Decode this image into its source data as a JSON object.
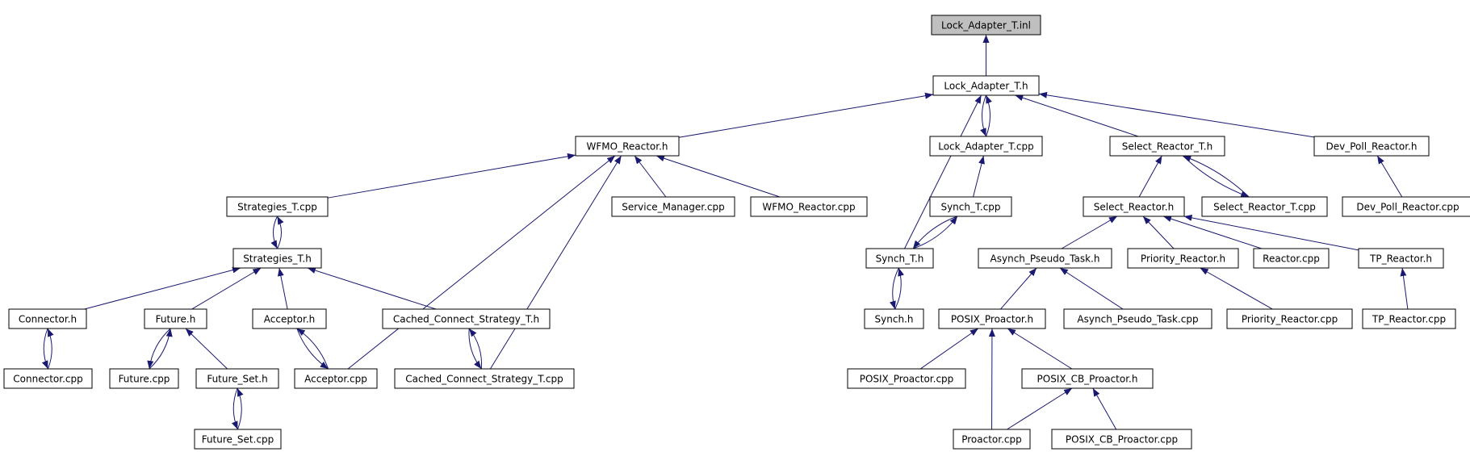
{
  "graph": {
    "edge_color": "#191970",
    "root_fill": "#bfbfbf",
    "nodes": [
      {
        "id": "lock_adapter_t_inl",
        "label": "Lock_Adapter_T.inl",
        "root": true
      },
      {
        "id": "lock_adapter_t_h",
        "label": "Lock_Adapter_T.h"
      },
      {
        "id": "wfmo_reactor_h",
        "label": "WFMO_Reactor.h"
      },
      {
        "id": "lock_adapter_t_cpp",
        "label": "Lock_Adapter_T.cpp"
      },
      {
        "id": "select_reactor_t_h",
        "label": "Select_Reactor_T.h"
      },
      {
        "id": "dev_poll_reactor_h",
        "label": "Dev_Poll_Reactor.h"
      },
      {
        "id": "strategies_t_cpp",
        "label": "Strategies_T.cpp"
      },
      {
        "id": "service_manager_cpp",
        "label": "Service_Manager.cpp"
      },
      {
        "id": "wfmo_reactor_cpp",
        "label": "WFMO_Reactor.cpp"
      },
      {
        "id": "synch_t_cpp",
        "label": "Synch_T.cpp"
      },
      {
        "id": "select_reactor_h",
        "label": "Select_Reactor.h"
      },
      {
        "id": "select_reactor_t_cpp",
        "label": "Select_Reactor_T.cpp"
      },
      {
        "id": "dev_poll_reactor_cpp",
        "label": "Dev_Poll_Reactor.cpp"
      },
      {
        "id": "strategies_t_h",
        "label": "Strategies_T.h"
      },
      {
        "id": "synch_t_h",
        "label": "Synch_T.h"
      },
      {
        "id": "asynch_pseudo_task_h",
        "label": "Asynch_Pseudo_Task.h"
      },
      {
        "id": "priority_reactor_h",
        "label": "Priority_Reactor.h"
      },
      {
        "id": "reactor_cpp",
        "label": "Reactor.cpp"
      },
      {
        "id": "tp_reactor_h",
        "label": "TP_Reactor.h"
      },
      {
        "id": "connector_h",
        "label": "Connector.h"
      },
      {
        "id": "future_h",
        "label": "Future.h"
      },
      {
        "id": "acceptor_h",
        "label": "Acceptor.h"
      },
      {
        "id": "cached_connect_strategy_t_h",
        "label": "Cached_Connect_Strategy_T.h"
      },
      {
        "id": "synch_h",
        "label": "Synch.h"
      },
      {
        "id": "posix_proactor_h",
        "label": "POSIX_Proactor.h"
      },
      {
        "id": "asynch_pseudo_task_cpp",
        "label": "Asynch_Pseudo_Task.cpp"
      },
      {
        "id": "priority_reactor_cpp",
        "label": "Priority_Reactor.cpp"
      },
      {
        "id": "tp_reactor_cpp",
        "label": "TP_Reactor.cpp"
      },
      {
        "id": "connector_cpp",
        "label": "Connector.cpp"
      },
      {
        "id": "future_cpp",
        "label": "Future.cpp"
      },
      {
        "id": "future_set_h",
        "label": "Future_Set.h"
      },
      {
        "id": "acceptor_cpp",
        "label": "Acceptor.cpp"
      },
      {
        "id": "cached_connect_strategy_t_cpp",
        "label": "Cached_Connect_Strategy_T.cpp"
      },
      {
        "id": "posix_proactor_cpp",
        "label": "POSIX_Proactor.cpp"
      },
      {
        "id": "posix_cb_proactor_h",
        "label": "POSIX_CB_Proactor.h"
      },
      {
        "id": "future_set_cpp",
        "label": "Future_Set.cpp"
      },
      {
        "id": "proactor_cpp",
        "label": "Proactor.cpp"
      },
      {
        "id": "posix_cb_proactor_cpp",
        "label": "POSIX_CB_Proactor.cpp"
      }
    ],
    "edges": [
      {
        "from": "lock_adapter_t_h",
        "to": "lock_adapter_t_inl"
      },
      {
        "from": "wfmo_reactor_h",
        "to": "lock_adapter_t_h"
      },
      {
        "from": "lock_adapter_t_cpp",
        "to": "lock_adapter_t_h"
      },
      {
        "from": "lock_adapter_t_h",
        "to": "lock_adapter_t_cpp"
      },
      {
        "from": "select_reactor_t_h",
        "to": "lock_adapter_t_h"
      },
      {
        "from": "dev_poll_reactor_h",
        "to": "lock_adapter_t_h"
      },
      {
        "from": "synch_t_h",
        "to": "lock_adapter_t_h"
      },
      {
        "from": "strategies_t_cpp",
        "to": "wfmo_reactor_h"
      },
      {
        "from": "acceptor_cpp",
        "to": "wfmo_reactor_h"
      },
      {
        "from": "cached_connect_strategy_t_cpp",
        "to": "wfmo_reactor_h"
      },
      {
        "from": "service_manager_cpp",
        "to": "wfmo_reactor_h"
      },
      {
        "from": "wfmo_reactor_cpp",
        "to": "wfmo_reactor_h"
      },
      {
        "from": "synch_t_cpp",
        "to": "lock_adapter_t_cpp"
      },
      {
        "from": "select_reactor_h",
        "to": "select_reactor_t_h"
      },
      {
        "from": "select_reactor_t_cpp",
        "to": "select_reactor_t_h"
      },
      {
        "from": "select_reactor_t_h",
        "to": "select_reactor_t_cpp"
      },
      {
        "from": "dev_poll_reactor_cpp",
        "to": "dev_poll_reactor_h"
      },
      {
        "from": "strategies_t_h",
        "to": "strategies_t_cpp"
      },
      {
        "from": "strategies_t_cpp",
        "to": "strategies_t_h"
      },
      {
        "from": "synch_t_h",
        "to": "synch_t_cpp"
      },
      {
        "from": "synch_t_cpp",
        "to": "synch_t_h"
      },
      {
        "from": "asynch_pseudo_task_h",
        "to": "select_reactor_h"
      },
      {
        "from": "priority_reactor_h",
        "to": "select_reactor_h"
      },
      {
        "from": "reactor_cpp",
        "to": "select_reactor_h"
      },
      {
        "from": "tp_reactor_h",
        "to": "select_reactor_h"
      },
      {
        "from": "connector_h",
        "to": "strategies_t_h"
      },
      {
        "from": "future_h",
        "to": "strategies_t_h"
      },
      {
        "from": "acceptor_h",
        "to": "strategies_t_h"
      },
      {
        "from": "cached_connect_strategy_t_h",
        "to": "strategies_t_h"
      },
      {
        "from": "synch_h",
        "to": "synch_t_h"
      },
      {
        "from": "synch_t_h",
        "to": "synch_h"
      },
      {
        "from": "posix_proactor_h",
        "to": "asynch_pseudo_task_h"
      },
      {
        "from": "asynch_pseudo_task_cpp",
        "to": "asynch_pseudo_task_h"
      },
      {
        "from": "priority_reactor_cpp",
        "to": "priority_reactor_h"
      },
      {
        "from": "tp_reactor_cpp",
        "to": "tp_reactor_h"
      },
      {
        "from": "connector_cpp",
        "to": "connector_h"
      },
      {
        "from": "connector_h",
        "to": "connector_cpp"
      },
      {
        "from": "future_cpp",
        "to": "future_h"
      },
      {
        "from": "future_h",
        "to": "future_cpp"
      },
      {
        "from": "future_set_h",
        "to": "future_h"
      },
      {
        "from": "acceptor_cpp",
        "to": "acceptor_h"
      },
      {
        "from": "acceptor_h",
        "to": "acceptor_cpp"
      },
      {
        "from": "cached_connect_strategy_t_cpp",
        "to": "cached_connect_strategy_t_h"
      },
      {
        "from": "cached_connect_strategy_t_h",
        "to": "cached_connect_strategy_t_cpp"
      },
      {
        "from": "posix_proactor_cpp",
        "to": "posix_proactor_h"
      },
      {
        "from": "posix_cb_proactor_h",
        "to": "posix_proactor_h"
      },
      {
        "from": "proactor_cpp",
        "to": "posix_proactor_h"
      },
      {
        "from": "future_set_cpp",
        "to": "future_set_h"
      },
      {
        "from": "future_set_h",
        "to": "future_set_cpp"
      },
      {
        "from": "proactor_cpp",
        "to": "posix_cb_proactor_h"
      },
      {
        "from": "posix_cb_proactor_cpp",
        "to": "posix_cb_proactor_h"
      }
    ]
  }
}
